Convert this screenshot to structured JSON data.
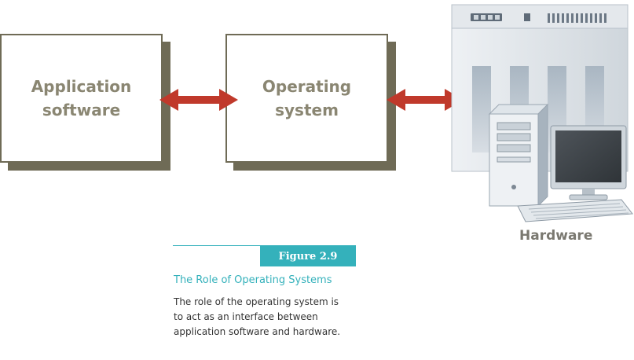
{
  "diagram": {
    "boxes": [
      {
        "lines": [
          "Application",
          "software"
        ]
      },
      {
        "lines": [
          "Operating",
          "system"
        ]
      }
    ],
    "hardware_label": "Hardware"
  },
  "figure": {
    "number": "Figure 2.9",
    "title": "The Role of Operating Systems",
    "description_lines": [
      "The role of the operating system is",
      "to act as an interface between",
      "application software and hardware."
    ]
  },
  "colors": {
    "arrow": "#c0392b",
    "box_shadow": "#6f6b56",
    "accent": "#34b1bb"
  },
  "icons": [
    "double-arrow-icon",
    "server-icon",
    "desktop-tower-icon",
    "monitor-icon",
    "keyboard-icon"
  ]
}
